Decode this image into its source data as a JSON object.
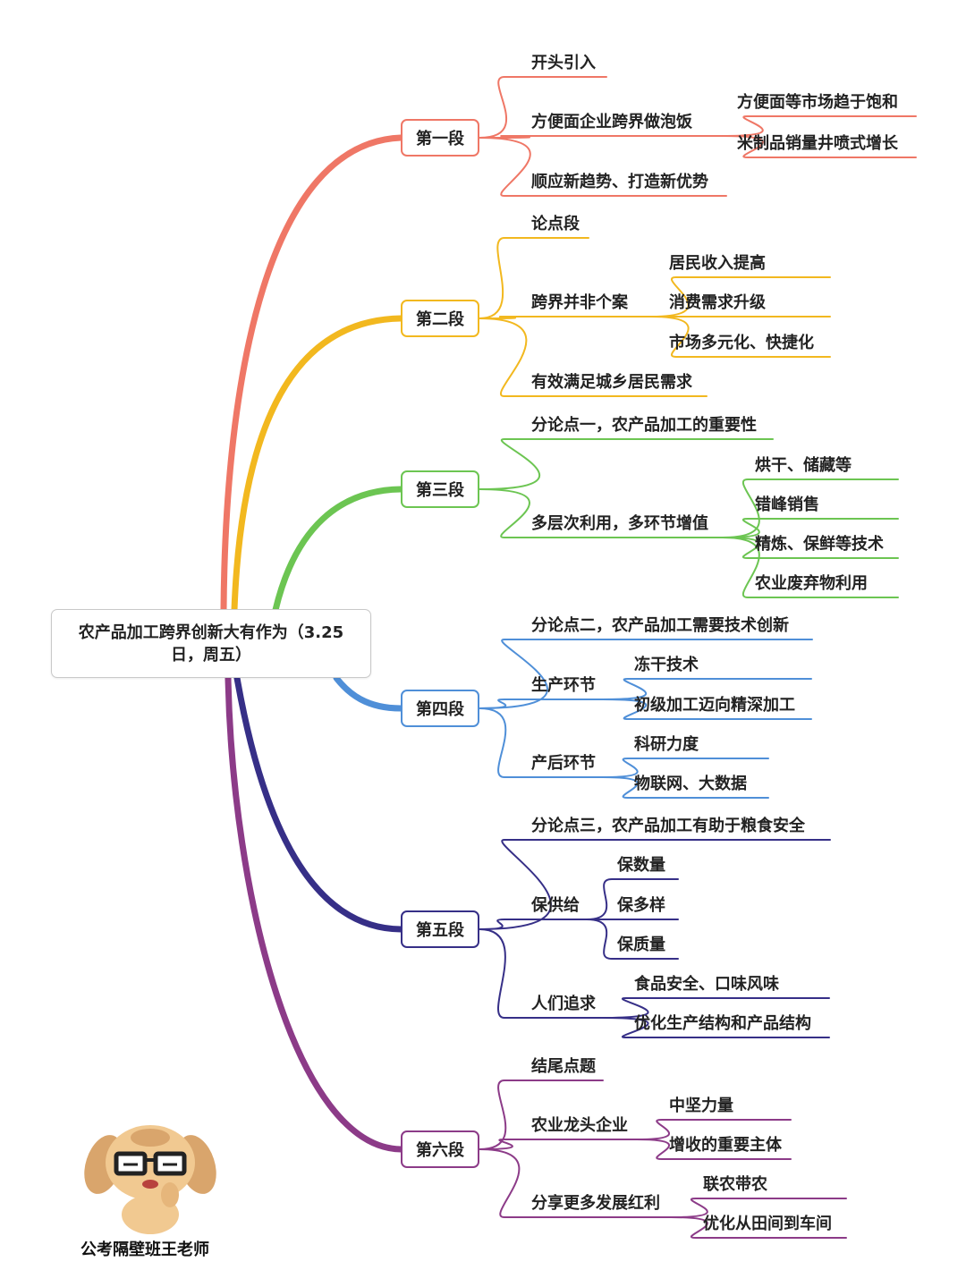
{
  "root": {
    "line1": "农产品加工跨界创新大有作为（3.25",
    "line2": "日，周五）"
  },
  "colors": [
    "#ef7766",
    "#f2b81f",
    "#6cc552",
    "#4f8fd8",
    "#362f87",
    "#8c3b88"
  ],
  "sections": [
    {
      "label": "第一段",
      "children": [
        {
          "label": "开头引入",
          "children": []
        },
        {
          "label": "方便面企业跨界做泡饭",
          "children": [
            {
              "label": "方便面等市场趋于饱和"
            },
            {
              "label": "米制品销量井喷式增长"
            }
          ]
        },
        {
          "label": "顺应新趋势、打造新优势",
          "children": []
        }
      ]
    },
    {
      "label": "第二段",
      "children": [
        {
          "label": "论点段",
          "children": []
        },
        {
          "label": "跨界并非个案",
          "children": [
            {
              "label": "居民收入提高"
            },
            {
              "label": "消费需求升级"
            },
            {
              "label": "市场多元化、快捷化"
            }
          ]
        },
        {
          "label": "有效满足城乡居民需求",
          "children": []
        }
      ]
    },
    {
      "label": "第三段",
      "children": [
        {
          "label": "分论点一，农产品加工的重要性",
          "children": []
        },
        {
          "label": "多层次利用，多环节增值",
          "children": [
            {
              "label": "烘干、储藏等"
            },
            {
              "label": "错峰销售"
            },
            {
              "label": "精炼、保鲜等技术"
            },
            {
              "label": "农业废弃物利用"
            }
          ]
        }
      ]
    },
    {
      "label": "第四段",
      "children": [
        {
          "label": "分论点二，农产品加工需要技术创新",
          "children": []
        },
        {
          "label": "生产环节",
          "children": [
            {
              "label": "冻干技术"
            },
            {
              "label": "初级加工迈向精深加工"
            }
          ]
        },
        {
          "label": "产后环节",
          "children": [
            {
              "label": "科研力度"
            },
            {
              "label": "物联网、大数据"
            }
          ]
        }
      ]
    },
    {
      "label": "第五段",
      "children": [
        {
          "label": "分论点三，农产品加工有助于粮食安全",
          "children": []
        },
        {
          "label": "保供给",
          "children": [
            {
              "label": "保数量"
            },
            {
              "label": "保多样"
            },
            {
              "label": "保质量"
            }
          ]
        },
        {
          "label": "人们追求",
          "children": [
            {
              "label": "食品安全、口味风味"
            },
            {
              "label": "优化生产结构和产品结构"
            }
          ]
        }
      ]
    },
    {
      "label": "第六段",
      "children": [
        {
          "label": "结尾点题",
          "children": []
        },
        {
          "label": "农业龙头企业",
          "children": [
            {
              "label": "中坚力量"
            },
            {
              "label": "增收的重要主体"
            }
          ]
        },
        {
          "label": "分享更多发展红利",
          "children": [
            {
              "label": "联农带农"
            },
            {
              "label": "优化从田间到车间"
            }
          ]
        }
      ]
    }
  ],
  "footer": {
    "author": "公考隔壁班王老师"
  },
  "icons": {
    "mascot": "cartoon-dog-with-glasses-icon"
  }
}
